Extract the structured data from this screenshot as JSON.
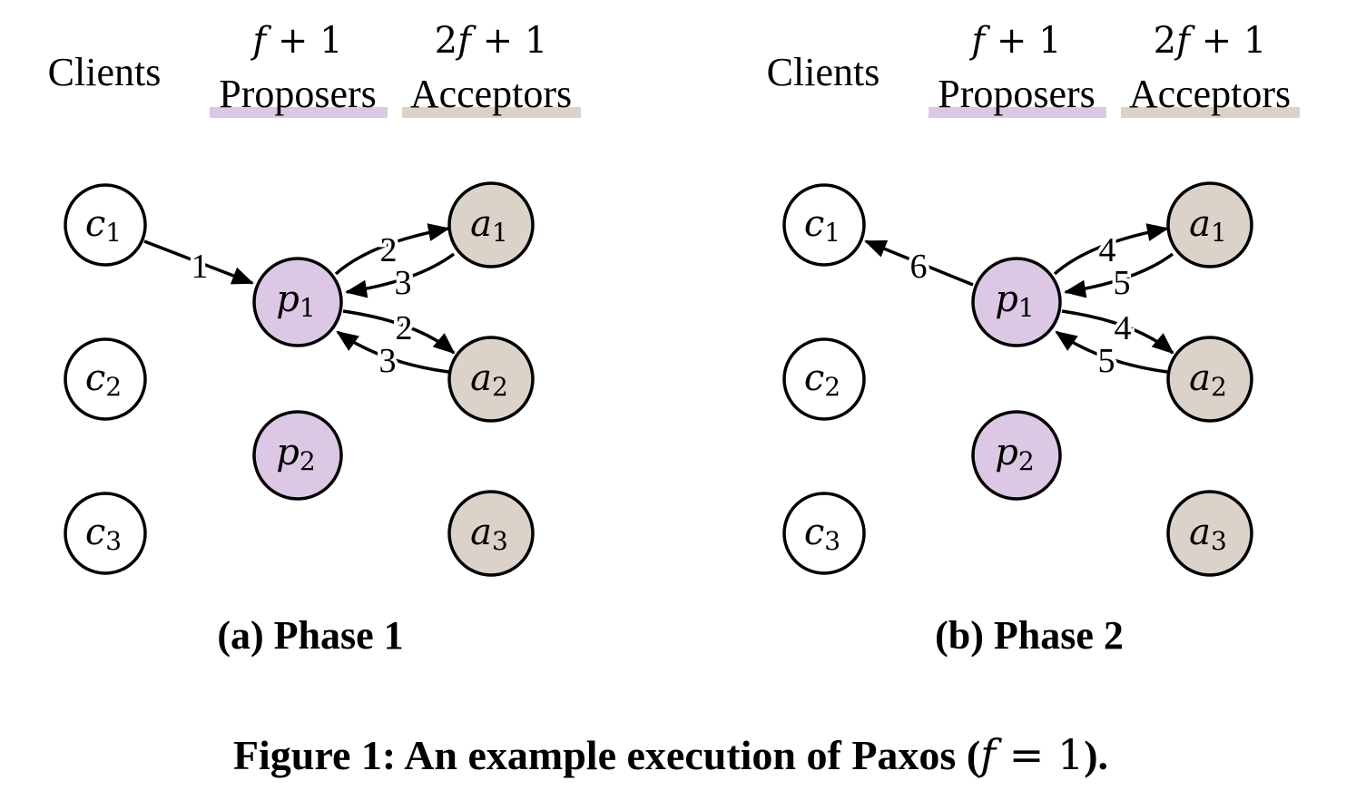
{
  "colors": {
    "proposer_fill": "#dcc8e4",
    "acceptor_fill": "#dbd2ca",
    "client_fill": "#ffffff",
    "proposers_underline": "#dcc8e4",
    "acceptors_underline": "#dbd2ca",
    "stroke": "#000000"
  },
  "panels": [
    {
      "id": "a",
      "headers": {
        "clients": "Clients",
        "proposers_count_var": "f",
        "proposers_count_rest": " + 1",
        "proposers": "Proposers",
        "acceptors_count_pre": "2",
        "acceptors_count_var": "f",
        "acceptors_count_rest": " + 1",
        "acceptors": "Acceptors"
      },
      "nodes": {
        "c1": {
          "var": "c",
          "sub": "1"
        },
        "c2": {
          "var": "c",
          "sub": "2"
        },
        "c3": {
          "var": "c",
          "sub": "3"
        },
        "p1": {
          "var": "p",
          "sub": "1"
        },
        "p2": {
          "var": "p",
          "sub": "2"
        },
        "a1": {
          "var": "a",
          "sub": "1"
        },
        "a2": {
          "var": "a",
          "sub": "2"
        },
        "a3": {
          "var": "a",
          "sub": "3"
        }
      },
      "edge_labels": {
        "client_to_proposer": "1",
        "p_to_a1": "2",
        "a1_to_p": "3",
        "p_to_a2": "2",
        "a2_to_p": "3"
      },
      "caption": "(a) Phase 1"
    },
    {
      "id": "b",
      "headers": {
        "clients": "Clients",
        "proposers_count_var": "f",
        "proposers_count_rest": " + 1",
        "proposers": "Proposers",
        "acceptors_count_pre": "2",
        "acceptors_count_var": "f",
        "acceptors_count_rest": " + 1",
        "acceptors": "Acceptors"
      },
      "nodes": {
        "c1": {
          "var": "c",
          "sub": "1"
        },
        "c2": {
          "var": "c",
          "sub": "2"
        },
        "c3": {
          "var": "c",
          "sub": "3"
        },
        "p1": {
          "var": "p",
          "sub": "1"
        },
        "p2": {
          "var": "p",
          "sub": "2"
        },
        "a1": {
          "var": "a",
          "sub": "1"
        },
        "a2": {
          "var": "a",
          "sub": "2"
        },
        "a3": {
          "var": "a",
          "sub": "3"
        }
      },
      "edge_labels": {
        "proposer_to_client": "6",
        "p_to_a1": "4",
        "a1_to_p": "5",
        "p_to_a2": "4",
        "a2_to_p": "5"
      },
      "caption": "(b) Phase 2"
    }
  ],
  "figure_caption": {
    "prefix": "Figure 1: An example execution of Paxos (",
    "var": "f",
    "eq": " = 1",
    "suffix": ")."
  }
}
